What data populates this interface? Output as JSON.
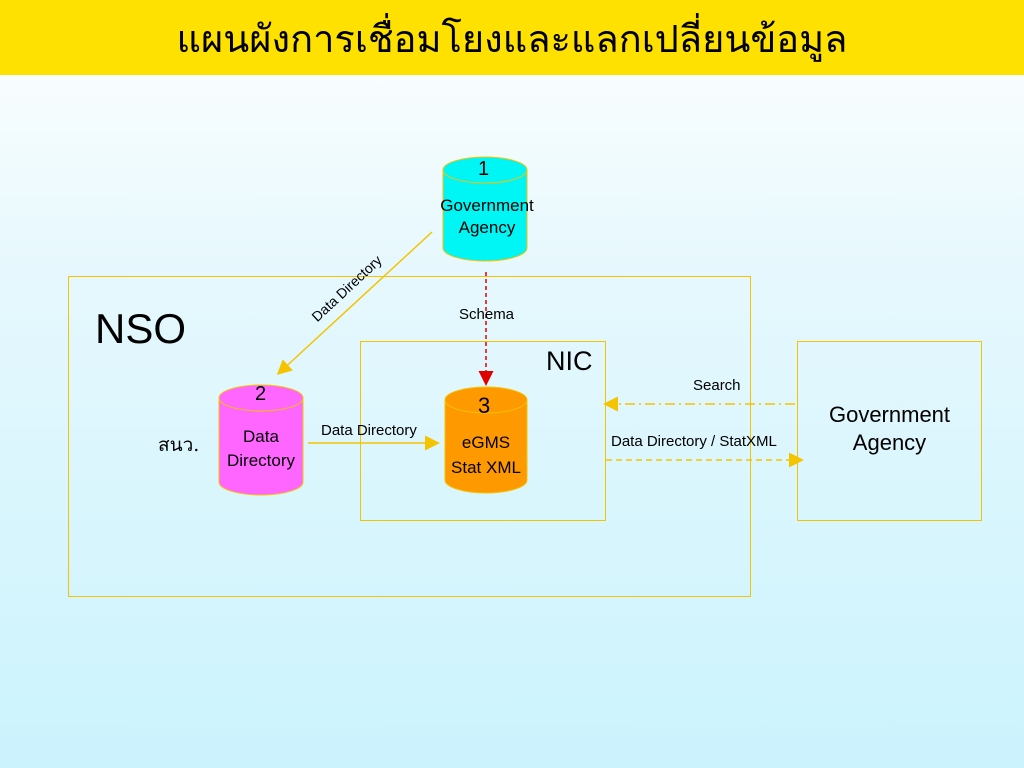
{
  "title": "แผนผังการเชื่อมโยงและแลกเปลี่ยนข้อมูล",
  "nso_label": "NSO",
  "nic_label": "NIC",
  "snw_label": "สนว.",
  "nodes": {
    "gov_agency_top": {
      "number": "1",
      "line1": "Government",
      "line2": "Agency",
      "color": "#00f5f5"
    },
    "data_directory": {
      "number": "2",
      "line1": "Data",
      "line2": "Directory",
      "color": "#ff66ff"
    },
    "egms": {
      "number": "3",
      "line1": "eGMS",
      "line2": "Stat XML",
      "color": "#ff9900"
    },
    "gov_agency_right": {
      "line1": "Government",
      "line2": "Agency"
    }
  },
  "edges": {
    "top_to_dd": "Data Directory",
    "schema": "Schema",
    "dd_to_egms": "Data Directory",
    "search": "Search",
    "egms_to_agency": "Data Directory / StatXML"
  },
  "colors": {
    "accent": "#ffe100",
    "border": "#f5c400",
    "schema_line": "#e00000"
  }
}
